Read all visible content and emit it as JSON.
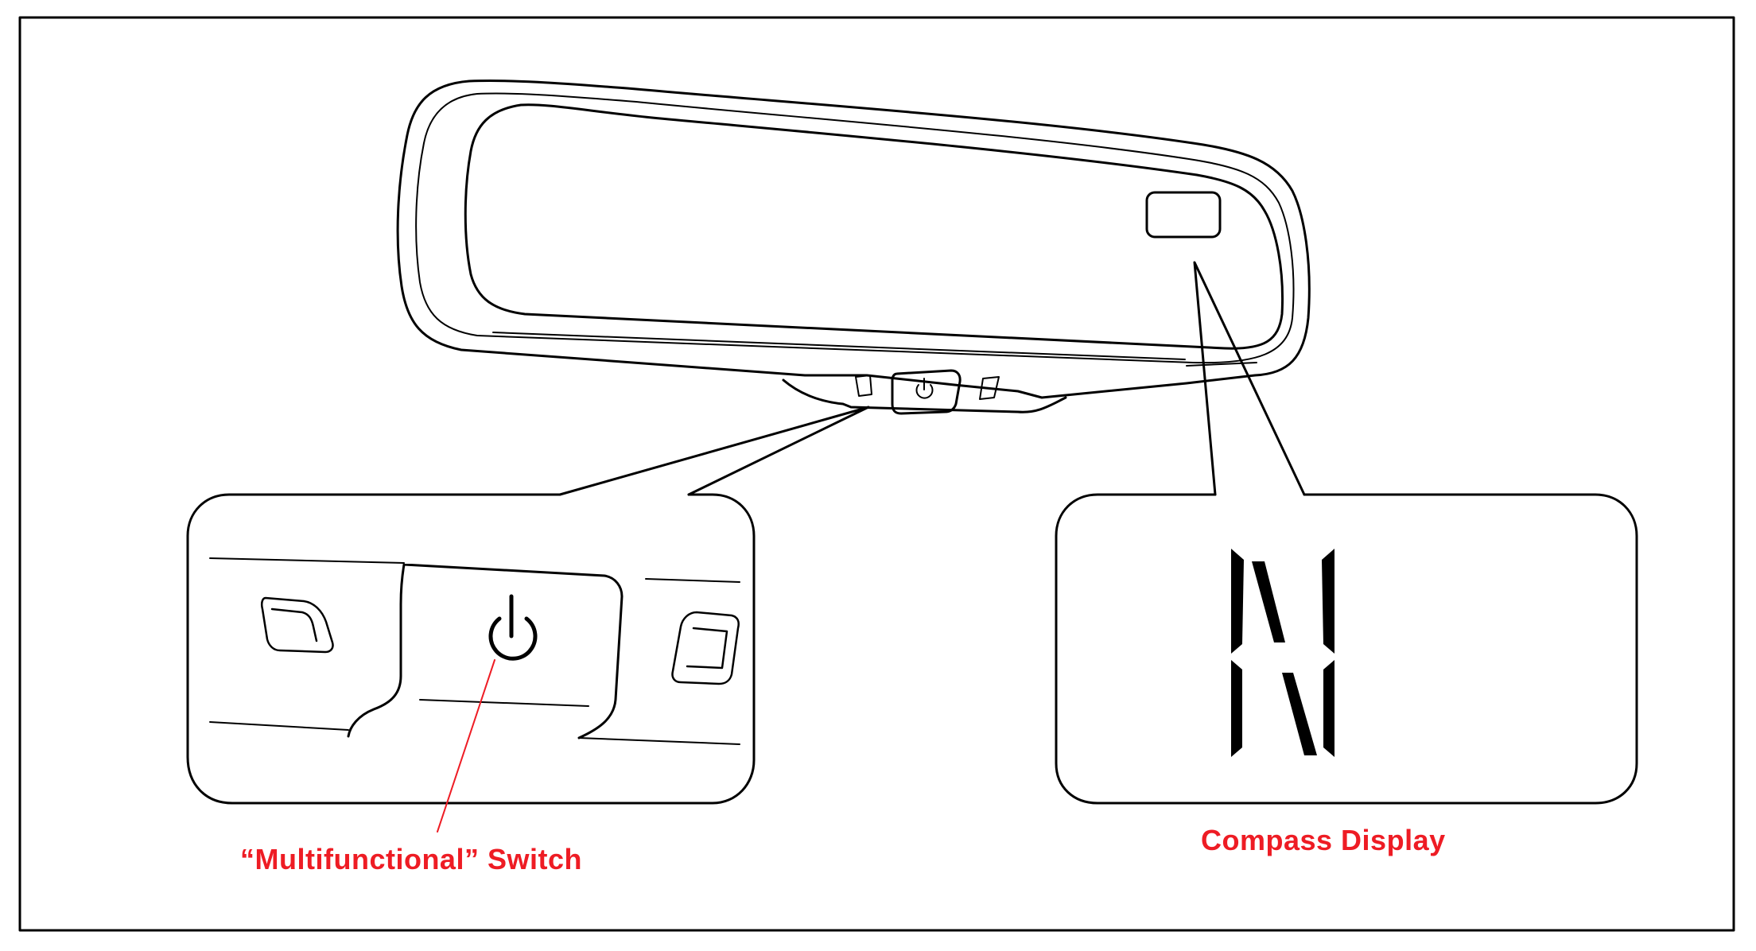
{
  "labels": {
    "switch_label": "“Multifunctional” Switch",
    "compass_label": "Compass Display"
  },
  "colors": {
    "line": "#000000",
    "label": "#ee1c24",
    "background": "#ffffff"
  },
  "icons": {
    "power": "power-icon",
    "left_button": "left-button-icon",
    "right_button": "right-button-icon",
    "compass_letter": "compass-letter-n"
  }
}
